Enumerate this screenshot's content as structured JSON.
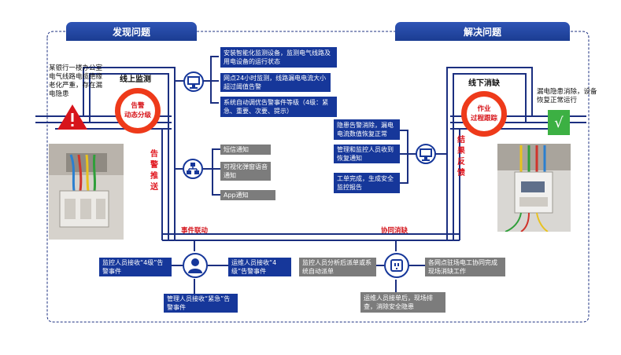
{
  "left_header": "发现问题",
  "right_header": "解决问题",
  "intro_text": "某银行一楼办公室电气线路电缆绝缘老化严重，存在漏电隐患",
  "online_monitor_label": "线上监测",
  "ring_left_line1": "告警",
  "ring_left_line2": "动态分级",
  "offline_label": "线下消缺",
  "ring_right_line1": "作业",
  "ring_right_line2": "过程跟踪",
  "fixed_text": "漏电隐患消除，设备恢复正常运行",
  "monitor_boxes": [
    "安装智能化监测设备，监测电气线路及用电设备的运行状态",
    "网点24小时监测，线路漏电电流大小超过阈值告警",
    "系统自动调优告警事件等级（4级：紧急、重要、次要、提示）"
  ],
  "alarm_push_label": "告警推送",
  "push_boxes": [
    "短信通知",
    "可视化弹窗语音通知",
    "App通知"
  ],
  "result_boxes": [
    "隐患告警消除，漏电电流数值恢复正常",
    "管理和监控人员收到恢复通知",
    "工单完成，生成安全监控报告"
  ],
  "feedback_label": "结果反馈",
  "event_link_label": "事件联动",
  "coop_label": "协同消缺",
  "bottom_boxes": {
    "monitor_recv": "监控人员接收“4级”告警事件",
    "ops_recv": "运维人员接收“4级”告警事件",
    "mgr_recv": "管理人员接收“紧急”告警事件",
    "analyze": "监控人员分析后派单或系统自动派单",
    "onsite": "各网点驻场电工协同完成现场消缺工作",
    "ops_done": "运维人员接单后，现场排查，消除安全隐患"
  },
  "colors": {
    "navy": "#16379a",
    "rail": "#1b2f80",
    "accent_red": "#e0141c",
    "ring_orange": "#ee3a1a",
    "gray_box": "#7c7c7c",
    "check_green": "#3cb043"
  },
  "icons": {
    "warning": "warning-triangle-icon",
    "check": "check-icon",
    "monitor": "monitor-icon",
    "network": "network-icon",
    "user": "user-icon",
    "socket": "socket-icon"
  }
}
